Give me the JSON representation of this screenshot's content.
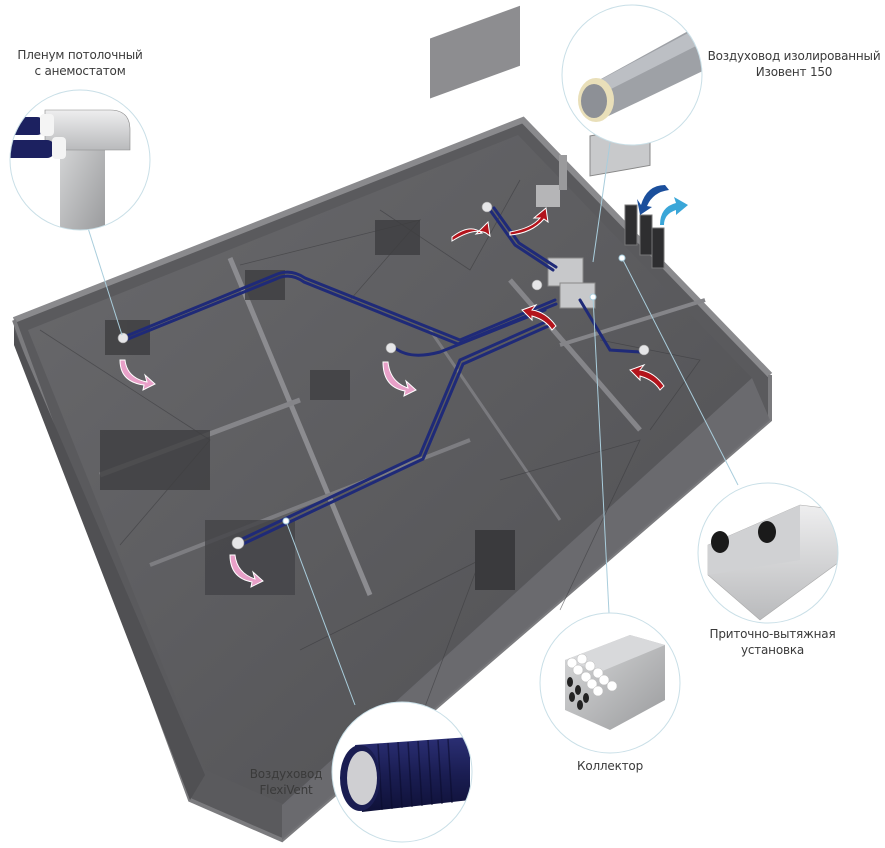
{
  "colors": {
    "background": "#ffffff",
    "building_dark": "#4a4a4c",
    "building_floor": "#5d5d60",
    "building_wall": "#7a7a7d",
    "duct_blue": "#1f2a78",
    "supply_arrow": "#e8a0c8",
    "extract_arrow": "#b3141c",
    "intake_arrow": "#1b4f9c",
    "exhaust_arrow": "#3aa6d8",
    "callout_line": "#a9cddc",
    "label_text": "#3a3a3a"
  },
  "callouts": [
    {
      "id": "plenum",
      "icon": "plenum-diffuser-icon",
      "lines": [
        "Пленум потолочный",
        "с анемостатом"
      ]
    },
    {
      "id": "insulated-duct",
      "icon": "insulated-duct-icon",
      "lines": [
        "Воздуховод изолированный",
        "Изовент 150"
      ]
    },
    {
      "id": "ahu",
      "icon": "air-handling-unit-icon",
      "lines": [
        "Приточно-вытяжная",
        "установка"
      ]
    },
    {
      "id": "collector",
      "icon": "collector-box-icon",
      "lines": [
        "Коллектор"
      ]
    },
    {
      "id": "flexivent",
      "icon": "flexivent-duct-icon",
      "lines": [
        "Воздуховод",
        "FlexiVent"
      ]
    }
  ]
}
